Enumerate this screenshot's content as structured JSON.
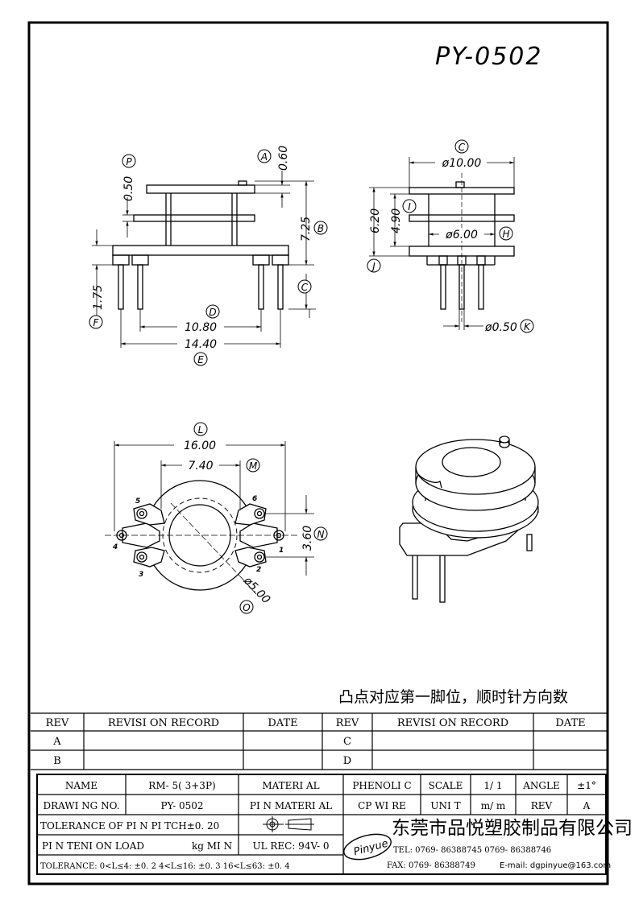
{
  "drawing_number": "PY-0502",
  "side_view": {
    "dims": {
      "a": "0.60",
      "b": "7.25",
      "p": "0.50",
      "f": "1.75",
      "d": "10.80",
      "e": "14.40"
    },
    "callouts": {
      "a": "A",
      "b": "B",
      "c": "C",
      "d": "D",
      "e": "E",
      "f": "F",
      "p": "P"
    }
  },
  "end_view": {
    "dims": {
      "c": "ø10.00",
      "j": "6.20",
      "i": "4.90",
      "h": "ø6.00",
      "k": "ø0.50"
    },
    "callouts": {
      "c": "C",
      "h": "H",
      "i": "I",
      "j": "J",
      "k": "K"
    }
  },
  "bottom_view": {
    "dims": {
      "l": "16.00",
      "m": "7.40",
      "n": "3.60",
      "o": "ø5.00"
    },
    "callouts": {
      "l": "L",
      "m": "M",
      "n": "N",
      "o": "O"
    },
    "pin_numbers": [
      "1",
      "2",
      "3",
      "4",
      "5",
      "6"
    ]
  },
  "note": "凸点对应第一脚位，顺时针方向数",
  "revision_table": {
    "headers": {
      "rev": "REV",
      "record": "REVISI ON  RECORD",
      "date": "DATE"
    },
    "rows_left": [
      "A",
      "B"
    ],
    "rows_right": [
      "C",
      "D"
    ]
  },
  "title_block": {
    "name_label": "NAME",
    "name_value": "RM- 5( 3+3P)",
    "material_label": "MATERI AL",
    "material_value": "PHENOLI C",
    "scale_label": "SCALE",
    "scale_value": "1/ 1",
    "angle_label": "ANGLE",
    "angle_value": "±1°",
    "drawing_no_label": "DRAWI NG  NO.",
    "drawing_no_value": "PY- 0502",
    "pin_material_label": "PI N  MATERI AL",
    "pin_material_value": "CP  WI RE",
    "unit_label": "UNI T",
    "unit_value": "m/ m",
    "rev_label": "REV",
    "rev_value": "A",
    "tolerance_pitch": "TOLERANCE  OF  PI N  PI TCH±0. 20",
    "pin_tension_label": "PI N  TENI ON  LOAD",
    "pin_tension_unit": "kg  MI N",
    "ul": "UL  REC: 94V- 0",
    "tolerance_line": "TOLERANCE: 0<L≤4: ±0. 2   4<L≤16: ±0. 3    16<L≤63: ±0. 4",
    "logo_text": "Pinyue",
    "company": "东莞市品悦塑胶制品有限公司",
    "tel": "TEL: 0769- 86388745      0769- 86388746",
    "fax": "FAX: 0769- 86388749",
    "email": "E-mail: dgpinyue@163.com"
  }
}
